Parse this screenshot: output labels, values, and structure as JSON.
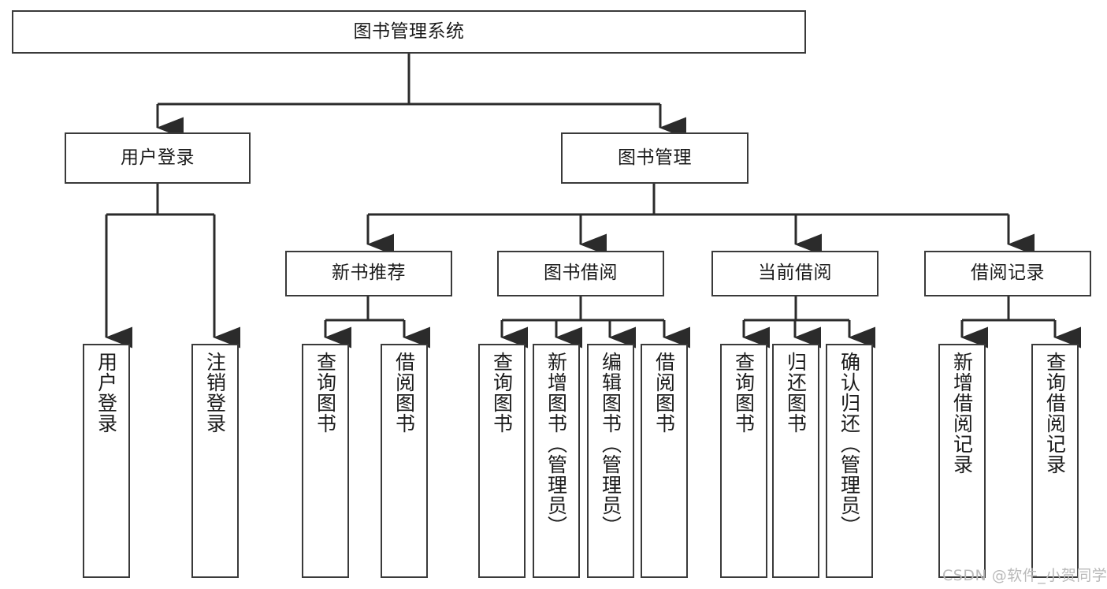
{
  "diagram": {
    "type": "tree",
    "title": "图书管理系统",
    "root": {
      "label": "图书管理系统"
    },
    "level2": [
      {
        "label": "用户登录"
      },
      {
        "label": "图书管理"
      }
    ],
    "level3": [
      {
        "label": "新书推荐"
      },
      {
        "label": "图书借阅"
      },
      {
        "label": "当前借阅"
      },
      {
        "label": "借阅记录"
      }
    ],
    "leaves": {
      "user_login": [
        {
          "label": "用户登录"
        },
        {
          "label": "注销登录"
        }
      ],
      "new_book_recommend": [
        {
          "label": "查询图书"
        },
        {
          "label": "借阅图书"
        }
      ],
      "book_borrow": [
        {
          "label": "查询图书"
        },
        {
          "label": "新增图书（管理员）"
        },
        {
          "label": "编辑图书（管理员）"
        },
        {
          "label": "借阅图书"
        }
      ],
      "current_borrow": [
        {
          "label": "查询图书"
        },
        {
          "label": "归还图书"
        },
        {
          "label": "确认归还（管理员）"
        }
      ],
      "borrow_record": [
        {
          "label": "新增借阅记录"
        },
        {
          "label": "查询借阅记录"
        }
      ]
    }
  },
  "watermark": {
    "text": "CSDN @软件_小贺同学"
  },
  "colors": {
    "stroke": "#3a3a3a",
    "background": "#ffffff",
    "text": "#1b1b1b",
    "watermark": "#b9b9b9"
  }
}
